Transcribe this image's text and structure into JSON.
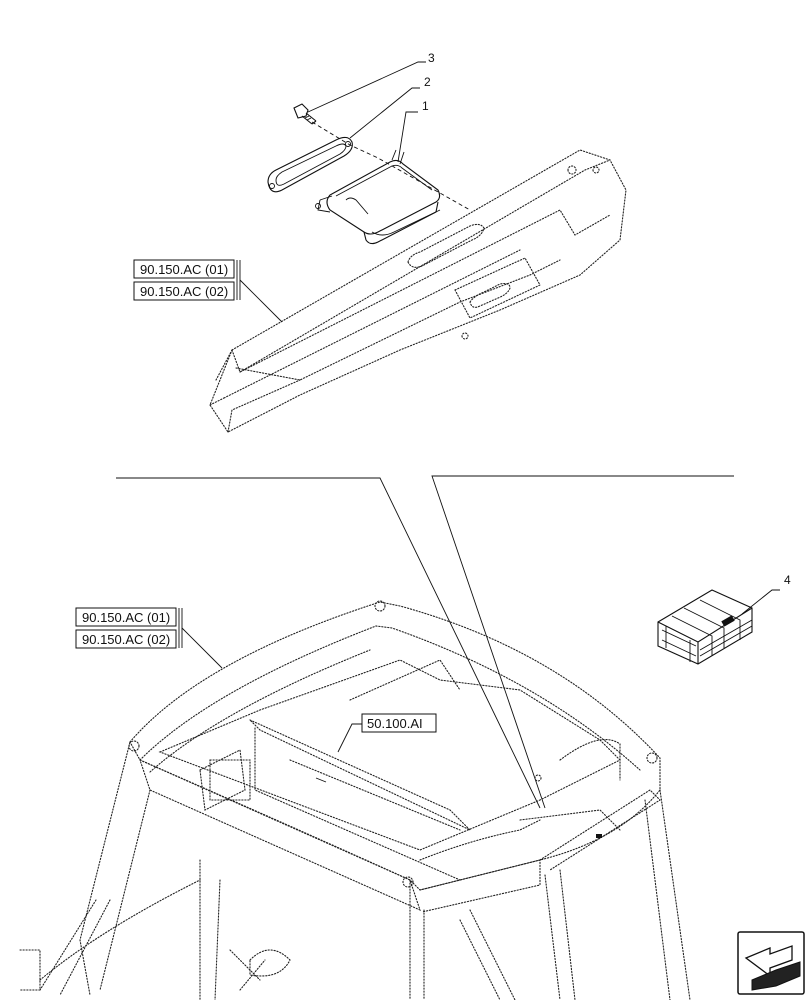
{
  "callouts": {
    "c1": "1",
    "c2": "2",
    "c3": "3",
    "c4": "4"
  },
  "references": {
    "upper_ref_1": "90.150.AC (01)",
    "upper_ref_2": "90.150.AC (02)",
    "lower_ref_1": "90.150.AC (01)",
    "lower_ref_2": "90.150.AC (02)",
    "mid_ref": "50.100.AI"
  },
  "icons": {
    "nav": "arrow-navigation-icon"
  },
  "colors": {
    "line": "#111111",
    "background": "#ffffff"
  }
}
